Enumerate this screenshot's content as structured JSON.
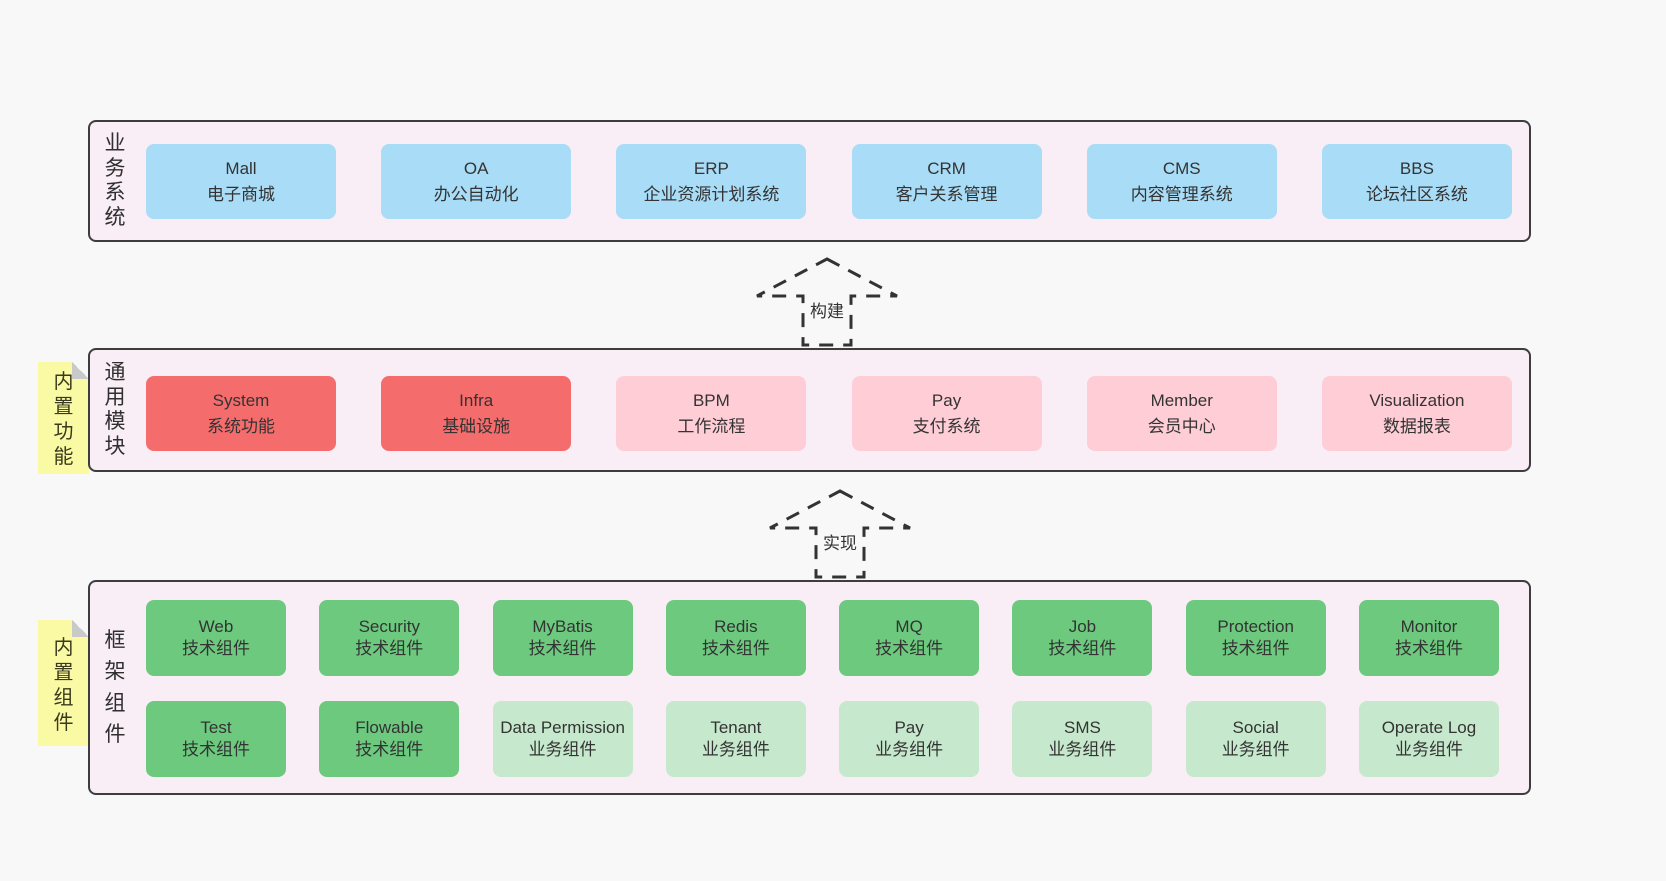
{
  "colors": {
    "page_bg": "#f8f8f8",
    "section_bg": "#f9edf6",
    "section_border": "#3d3d3d",
    "box_blue": "#a9dcf6",
    "box_red": "#f56c6c",
    "box_pink": "#fecdd6",
    "box_green_dark": "#6cc97e",
    "box_green_light": "#c6e9cd",
    "sticky_yellow": "#fafaa5",
    "text": "#303030"
  },
  "arrows": {
    "build": "构建",
    "implement": "实现"
  },
  "business_section": {
    "label": "业务系统",
    "boxes": [
      {
        "title": "Mall",
        "subtitle": "电子商城"
      },
      {
        "title": "OA",
        "subtitle": "办公自动化"
      },
      {
        "title": "ERP",
        "subtitle": "企业资源计划系统"
      },
      {
        "title": "CRM",
        "subtitle": "客户关系管理"
      },
      {
        "title": "CMS",
        "subtitle": "内容管理系统"
      },
      {
        "title": "BBS",
        "subtitle": "论坛社区系统"
      }
    ]
  },
  "modules_section": {
    "label": "通用模块",
    "sticky": "内置功能",
    "boxes": [
      {
        "title": "System",
        "subtitle": "系统功能"
      },
      {
        "title": "Infra",
        "subtitle": "基础设施"
      },
      {
        "title": "BPM",
        "subtitle": "工作流程"
      },
      {
        "title": "Pay",
        "subtitle": "支付系统"
      },
      {
        "title": "Member",
        "subtitle": "会员中心"
      },
      {
        "title": "Visualization",
        "subtitle": "数据报表"
      }
    ]
  },
  "framework_section": {
    "label": "框架组件",
    "sticky": "内置组件",
    "row1": [
      {
        "title": "Web",
        "subtitle": "技术组件"
      },
      {
        "title": "Security",
        "subtitle": "技术组件"
      },
      {
        "title": "MyBatis",
        "subtitle": "技术组件"
      },
      {
        "title": "Redis",
        "subtitle": "技术组件"
      },
      {
        "title": "MQ",
        "subtitle": "技术组件"
      },
      {
        "title": "Job",
        "subtitle": "技术组件"
      },
      {
        "title": "Protection",
        "subtitle": "技术组件"
      },
      {
        "title": "Monitor",
        "subtitle": "技术组件"
      }
    ],
    "row2": [
      {
        "title": "Test",
        "subtitle": "技术组件"
      },
      {
        "title": "Flowable",
        "subtitle": "技术组件"
      },
      {
        "title": "Data Permission",
        "subtitle": "业务组件"
      },
      {
        "title": "Tenant",
        "subtitle": "业务组件"
      },
      {
        "title": "Pay",
        "subtitle": "业务组件"
      },
      {
        "title": "SMS",
        "subtitle": "业务组件"
      },
      {
        "title": "Social",
        "subtitle": "业务组件"
      },
      {
        "title": "Operate Log",
        "subtitle": "业务组件"
      }
    ]
  }
}
